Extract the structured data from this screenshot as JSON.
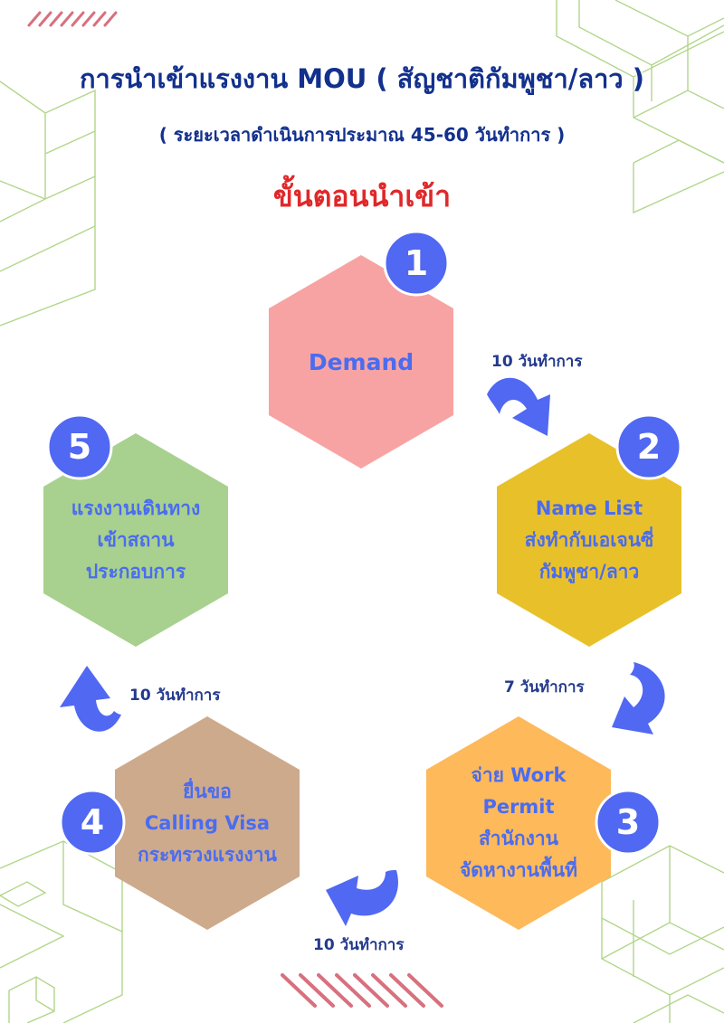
{
  "header": {
    "title": "การนำเข้าแรงงาน MOU ( สัญชาติกัมพูชา/ลาว )",
    "subtitle": "( ระยะเวลาดำเนินการประมาณ 45-60 วันทำการ )",
    "heading": "ขั้นตอนนำเข้า"
  },
  "colors": {
    "title": "#12308c",
    "heading": "#e0282a",
    "badge": "#5068f2",
    "label": "#4a6cf0",
    "arrow": "#5068f2",
    "deco_lines": "#b2d68a",
    "deco_stripes": "#d8707e"
  },
  "steps": [
    {
      "number": "1",
      "lines": [
        "Demand"
      ],
      "color": "#f8a3a3"
    },
    {
      "number": "2",
      "lines": [
        "Name List",
        "ส่งทำกับเอเจนซี่",
        "กัมพูชา/ลาว"
      ],
      "color": "#e8c12a"
    },
    {
      "number": "3",
      "lines": [
        "จ่าย Work",
        "Permit",
        "สำนักงาน",
        "จัดหางานพื้นที่"
      ],
      "color": "#fdb95a"
    },
    {
      "number": "4",
      "lines": [
        "ยื่นขอ",
        "Calling Visa",
        "กระทรวงแรงงาน"
      ],
      "color": "#cdaa8b"
    },
    {
      "number": "5",
      "lines": [
        "แรงงานเดินทาง",
        "เข้าสถาน",
        "ประกอบการ"
      ],
      "color": "#a8d08e"
    }
  ],
  "durations": {
    "step1_to_2": "10 วันทำการ",
    "step2_to_3": "7 วันทำการ",
    "step3_to_4": "10 วันทำการ",
    "step4_to_5": "10 วันทำการ"
  },
  "arrow_icon": "curved-arrow-icon",
  "badge_icon": "number-badge-icon"
}
